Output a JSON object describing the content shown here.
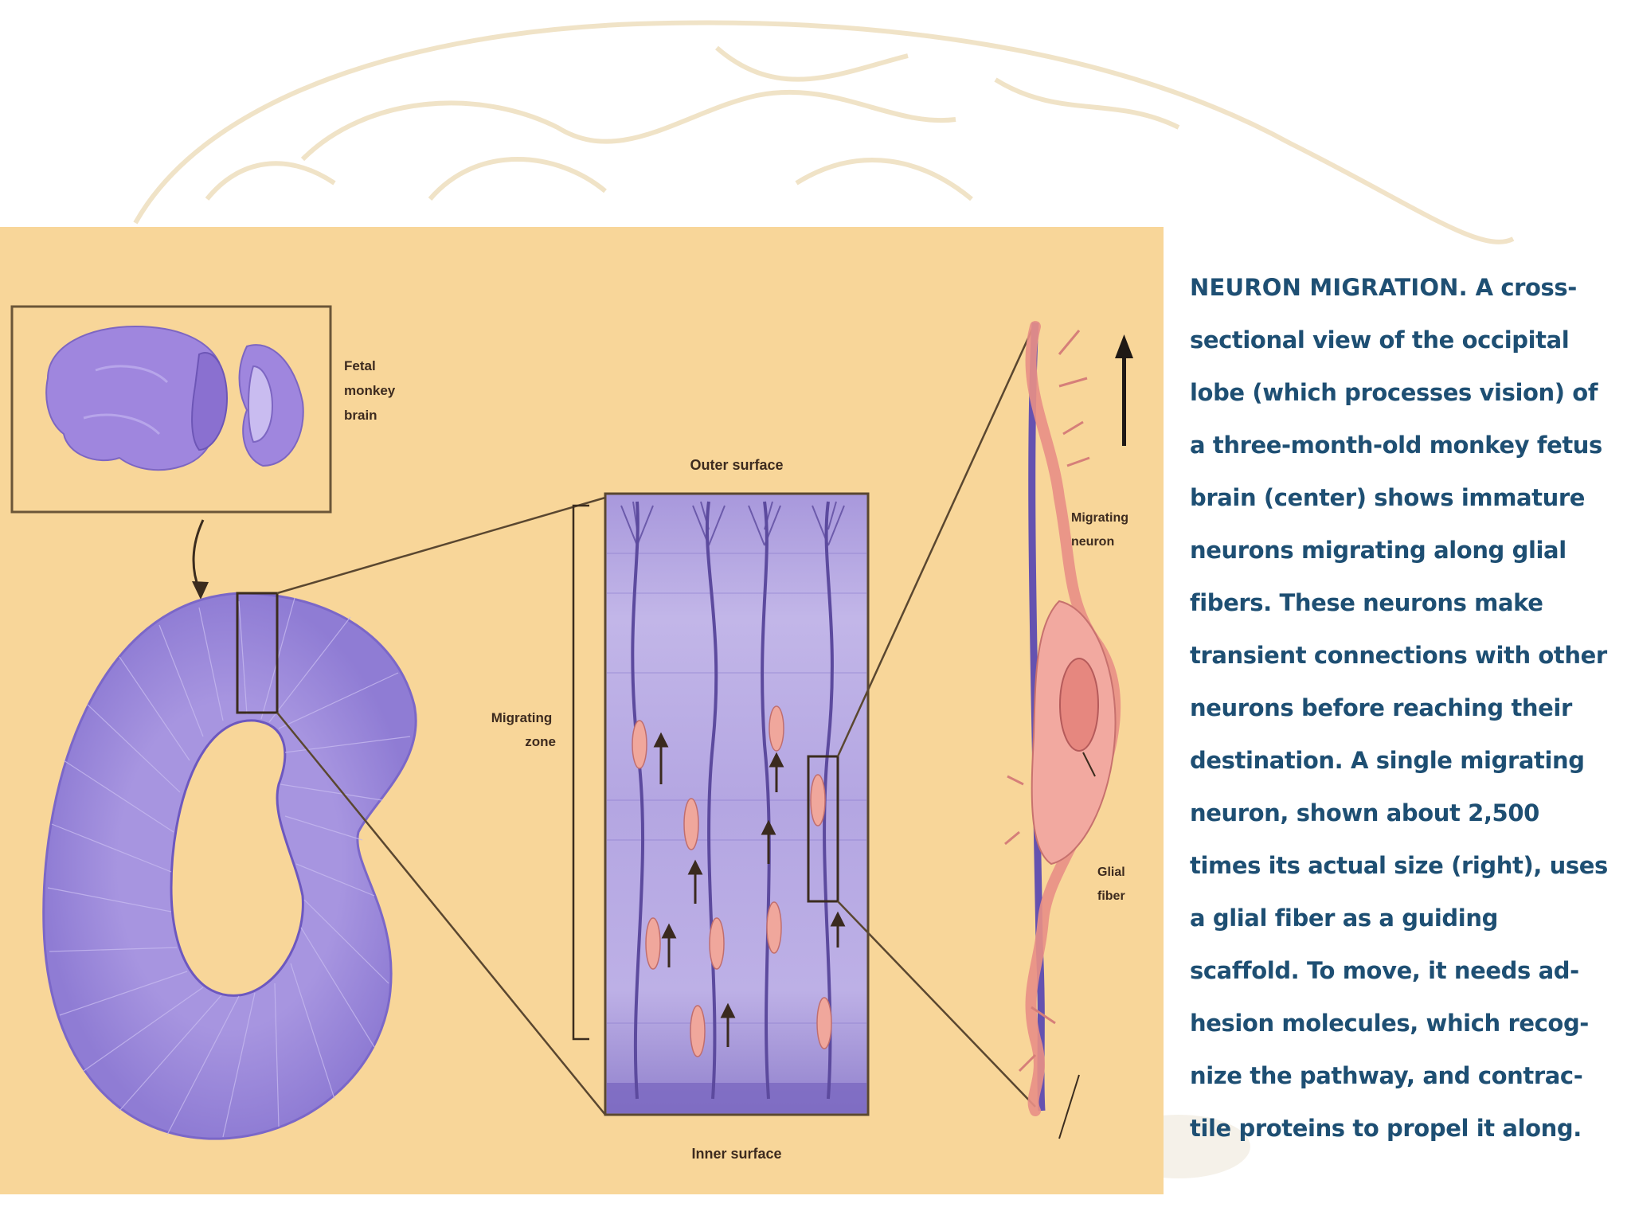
{
  "labels": {
    "fetal_brain": [
      "Fetal",
      "monkey",
      "brain"
    ],
    "outer_surface": "Outer surface",
    "inner_surface": "Inner surface",
    "migrating_zone": [
      "Migrating",
      "zone"
    ],
    "migrating_neuron": [
      "Migrating",
      "neuron"
    ],
    "glial_fiber": [
      "Glial",
      "fiber"
    ]
  },
  "caption": {
    "title": "NEURON MIGRATION.",
    "lines": [
      "A cross-",
      "sectional view of the occipital",
      "lobe (which processes vision) of",
      "a three-month-old monkey fetus",
      "brain (center) shows immature",
      "neurons migrating along glial",
      "fibers. These neurons make",
      "transient connections with other",
      "neurons before reaching their",
      "destination. A single migrating",
      "neuron, shown about 2,500",
      "times its actual size (right), uses",
      "a glial fiber as a guiding",
      "scaffold. To move, it needs ad-",
      "hesion molecules, which recog-",
      "nize the pathway, and contrac-",
      "tile proteins to propel it along."
    ]
  },
  "colors": {
    "panel_background": "#f8d699",
    "tissue_purple": "#9d8ad8",
    "neuron_pink": "#f0a79c",
    "caption_text": "#1e4f73"
  }
}
